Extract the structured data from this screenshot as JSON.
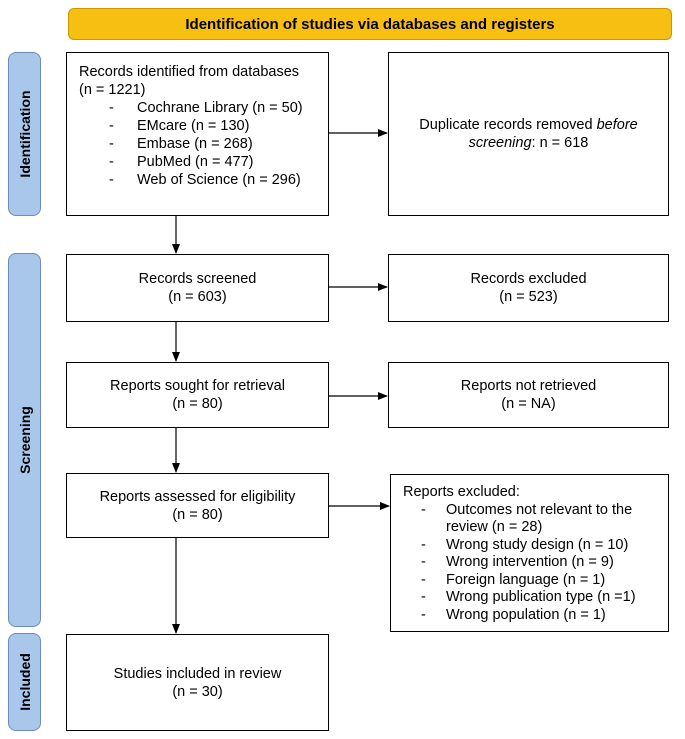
{
  "banner": "Identification of studies via databases and registers",
  "phases": {
    "identification": "Identification",
    "screening": "Screening",
    "included": "Included"
  },
  "identified": {
    "title": "Records identified from databases",
    "count": "(n = 1221)",
    "sources": [
      "Cochrane Library (n = 50)",
      "EMcare (n = 130)",
      "Embase (n = 268)",
      "PubMed (n = 477)",
      "Web of Science (n = 296)"
    ]
  },
  "duplicates": {
    "text_a": "Duplicate records removed ",
    "text_em": "before",
    "text_b": "screening",
    "text_c": ": n = 618"
  },
  "screened": {
    "label": "Records screened",
    "count": "(n = 603)"
  },
  "excluded": {
    "label": "Records excluded",
    "count": "(n = 523)"
  },
  "sought": {
    "label": "Reports sought for retrieval",
    "count": "(n = 80)"
  },
  "not_retrieved": {
    "label": "Reports not retrieved",
    "count": "(n = NA)"
  },
  "assessed": {
    "label": "Reports assessed for eligibility",
    "count": "(n = 80)"
  },
  "reports_excluded": {
    "title": "Reports excluded:",
    "reasons": [
      "Outcomes not relevant to the review (n = 28)",
      "Wrong study design (n = 10)",
      "Wrong intervention (n = 9)",
      "Foreign language (n = 1)",
      "Wrong publication type (n =1)",
      "Wrong population (n = 1)"
    ]
  },
  "included": {
    "label": "Studies included in review",
    "count": "(n = 30)"
  }
}
